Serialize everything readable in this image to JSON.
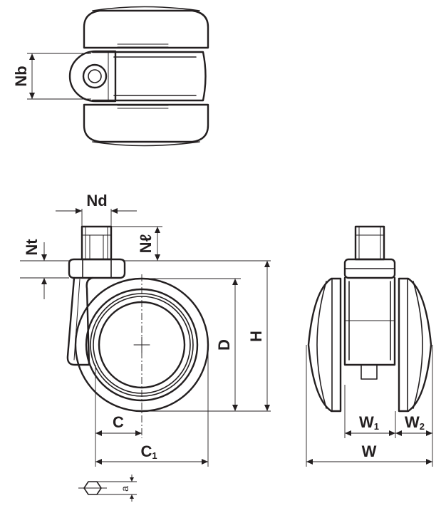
{
  "diagram": {
    "labels": {
      "nb": "Nb",
      "nd": "Nd",
      "nt": "Nt",
      "nl": "Nℓ",
      "d": "D",
      "h": "H",
      "c": "C",
      "c1_main": "C",
      "c1_sub": "1",
      "w1_main": "W",
      "w1_sub": "1",
      "w2_main": "W",
      "w2_sub": "2",
      "w": "W",
      "a": "a"
    },
    "colors": {
      "line": "#231f20",
      "background": "#ffffff"
    }
  }
}
